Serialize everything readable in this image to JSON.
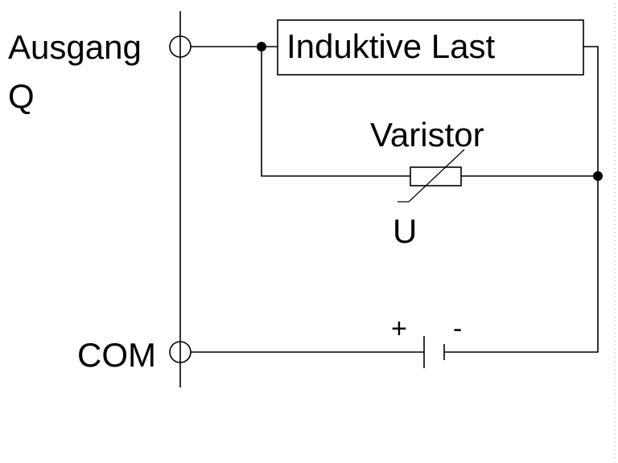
{
  "diagram": {
    "labels": {
      "output_line1": "Ausgang",
      "output_line2": "Q",
      "load": "Induktive Last",
      "varistor": "Varistor",
      "varistor_symbol": "U",
      "common": "COM",
      "battery_plus": "+",
      "battery_minus": "-"
    },
    "colors": {
      "line": "#000000",
      "background": "#ffffff"
    }
  }
}
